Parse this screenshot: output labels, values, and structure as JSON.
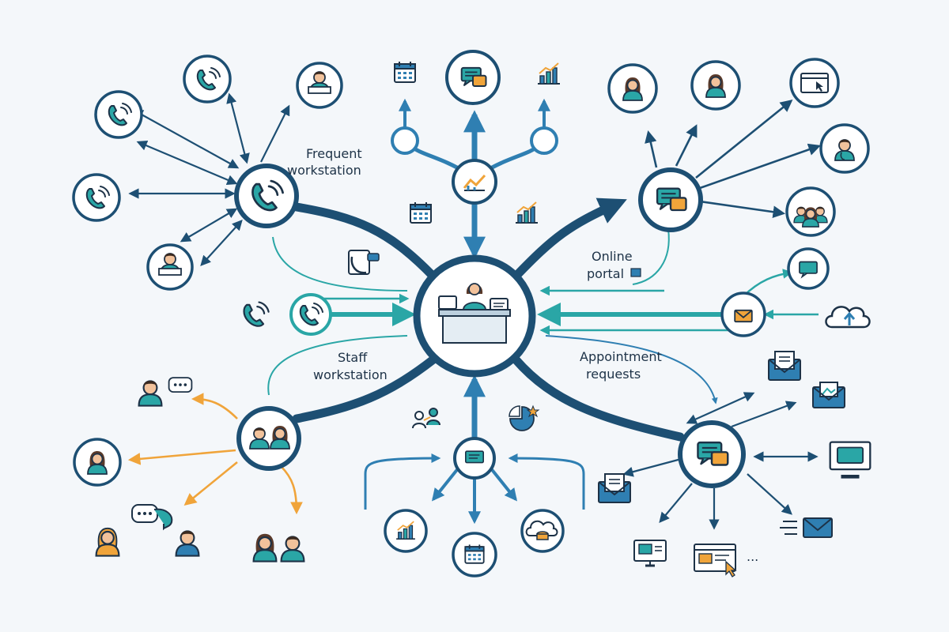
{
  "labels": {
    "frequent_line1": "Frequent",
    "frequent_line2": "workstation",
    "online_line1": "Online",
    "online_line2": "portal",
    "staff_line1": "Staff",
    "staff_line2": "workstation",
    "appointment_line1": "Appointment",
    "appointment_line2": "requests",
    "ellipsis": "..."
  },
  "colors": {
    "navy": "#1d4f73",
    "blue": "#2f7fb2",
    "teal": "#2aa6a6",
    "orange": "#f0a43a",
    "background": "#f4f7fa"
  },
  "icons": {
    "center": "reception-desk-icon",
    "top_left_hub": "phone-icon",
    "top_right_hub": "chat-bubbles-icon",
    "bottom_left_hub": "staff-group-icon",
    "bottom_right_hub": "chat-bubbles-icon",
    "top_hub": "trend-chart-icon",
    "bottom_hub": "chat-icon"
  }
}
